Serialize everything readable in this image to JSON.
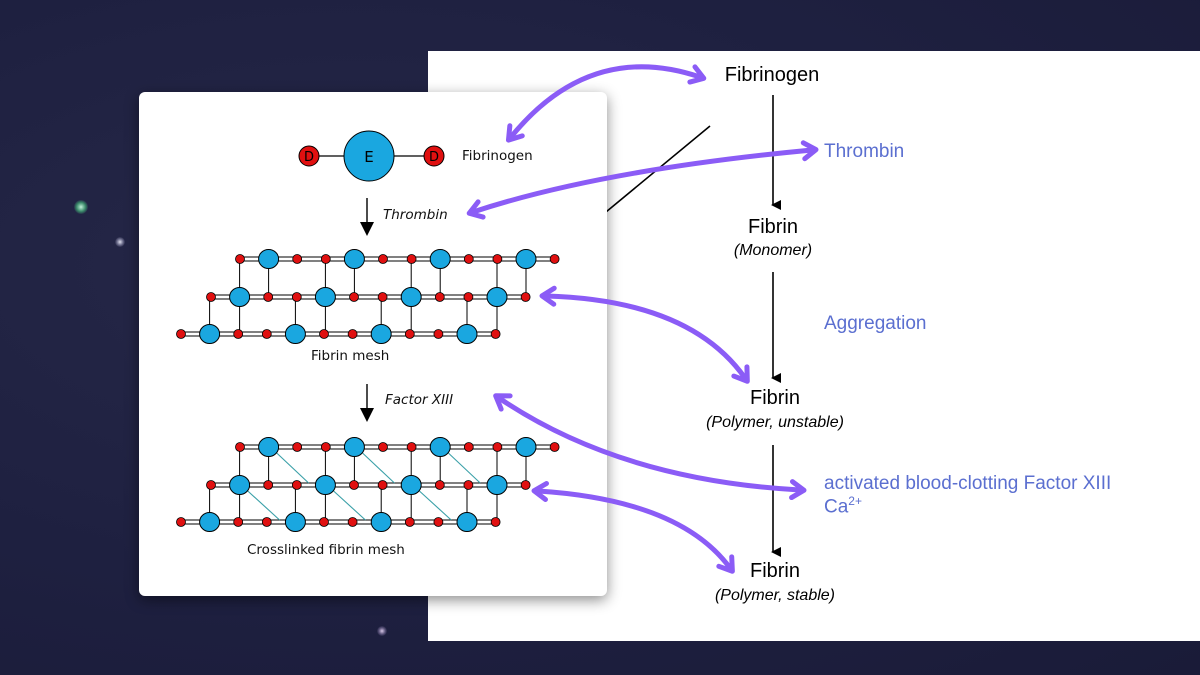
{
  "flow": {
    "fibrinogen": "Fibrinogen",
    "thrombin": "Thrombin",
    "fibrin_monomer_title": "Fibrin",
    "fibrin_monomer_sub": "(Monomer)",
    "aggregation": "Aggregation",
    "fibrin_unstable_title": "Fibrin",
    "fibrin_unstable_sub": "(Polymer, unstable)",
    "factor_xiii": "activated blood-clotting Factor XIII",
    "calcium": "Ca",
    "calcium_sup": "2+",
    "fibrin_stable_title": "Fibrin",
    "fibrin_stable_sub": "(Polymer, stable)"
  },
  "diagram": {
    "molecule_d_left": "D",
    "molecule_e": "E",
    "molecule_d_right": "D",
    "molecule_label": "Fibrinogen",
    "step1_label": "Thrombin",
    "mesh_label": "Fibrin mesh",
    "step2_label": "Factor XIII",
    "crosslinked_label": "Crosslinked fibrin mesh"
  },
  "colors": {
    "arrow_purple": "#8b5cf6",
    "enzyme_text": "#5b6fd0",
    "blue_node": "#1aa7e0",
    "red_node": "#e01010"
  }
}
